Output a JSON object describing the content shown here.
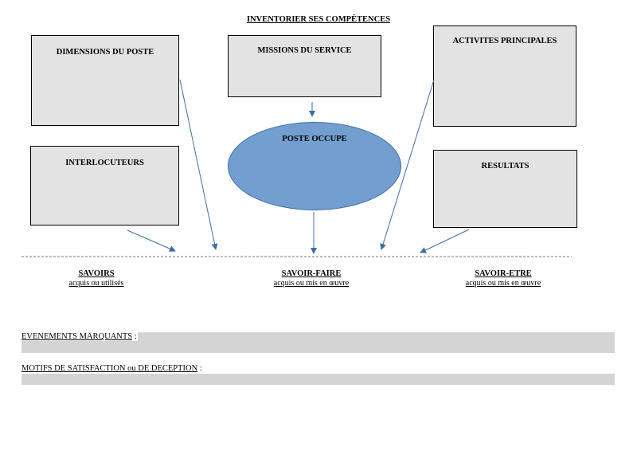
{
  "title": "INVENTORIER SES COMPÉTENCES",
  "boxes": {
    "dimensions": "DIMENSIONS DU POSTE",
    "missions": "MISSIONS DU SERVICE",
    "activites": "ACTIVITES PRINCIPALES",
    "interlocuteurs": "INTERLOCUTEURS",
    "resultats": "RESULTATS"
  },
  "center": "POSTE OCCUPE",
  "columns": {
    "savoirs": {
      "heading": "SAVOIRS",
      "sub": "acquis ou utilisés"
    },
    "savoir_faire": {
      "heading": "SAVOIR-FAIRE",
      "sub": "acquis ou mis en œuvre"
    },
    "savoir_etre": {
      "heading": "SAVOIR-ETRE",
      "sub": "acquis ou mis en œuvre"
    }
  },
  "rows": {
    "evenements": {
      "label": "EVENEMENTS MARQUANTS",
      "suffix": " :"
    },
    "motifs": {
      "label": "MOTIFS DE SATISFACTION ou DE DECEPTION",
      "suffix": " :"
    }
  },
  "colors": {
    "box_fill": "#e3e3e3",
    "ellipse_fill": "#729fcf",
    "arrow": "#3c6ea5",
    "band": "#d4d4d4"
  }
}
